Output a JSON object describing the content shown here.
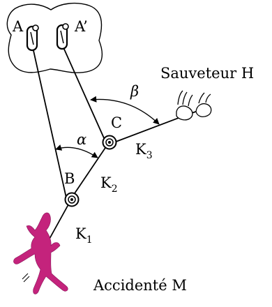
{
  "anchors": {
    "A": "A",
    "A_prime": "A’"
  },
  "pulleys": {
    "B": "B",
    "C": "C"
  },
  "ropes": {
    "K1": {
      "base": "K",
      "sub": "1"
    },
    "K2": {
      "base": "K",
      "sub": "2"
    },
    "K3": {
      "base": "K",
      "sub": "3"
    }
  },
  "angles": {
    "alpha": "α",
    "beta": "β"
  },
  "rescuer": "Sauveteur H",
  "victim": "Accidenté M"
}
